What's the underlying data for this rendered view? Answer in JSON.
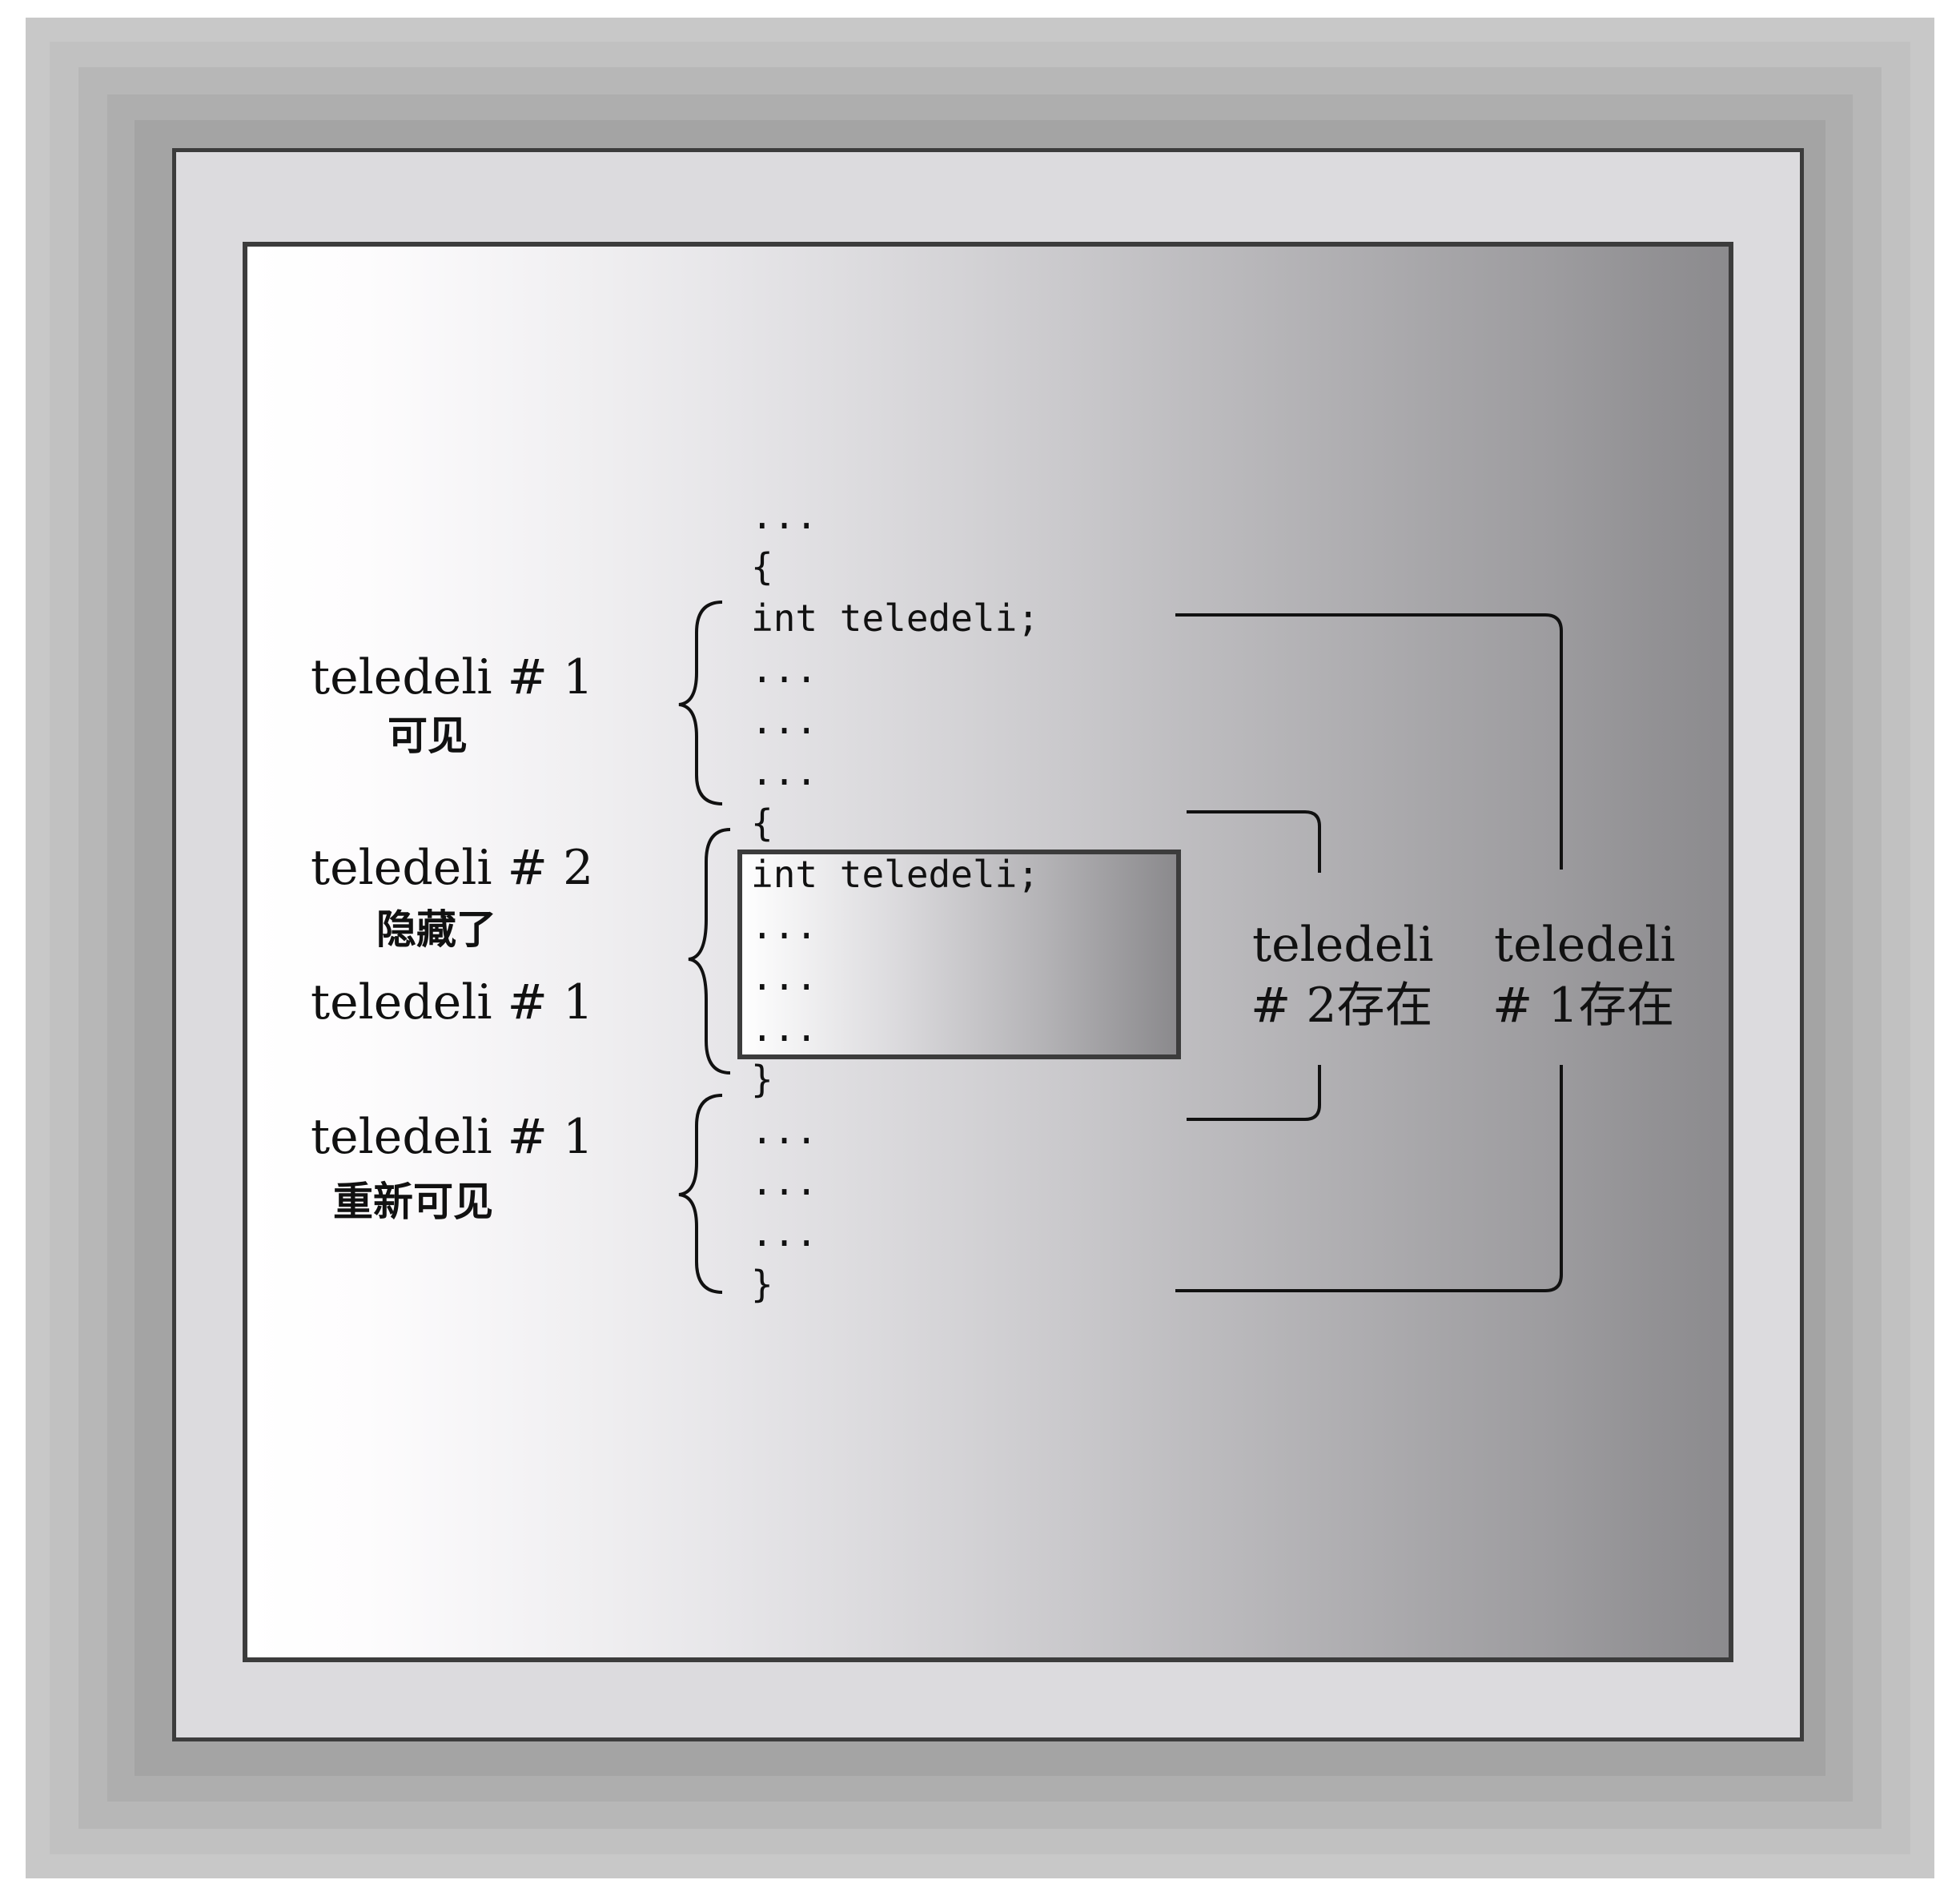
{
  "code_lines": {
    "l1": "...",
    "l2": "{",
    "l3": "int teledeli;",
    "l4": "...",
    "l5": "...",
    "l6": "...",
    "l7": "{",
    "l8": "int teledeli;",
    "l9": "...",
    "l10": "...",
    "l11": "...",
    "l12": "}",
    "l13": "...",
    "l14": "...",
    "l15": "...",
    "l16": "}"
  },
  "left_labels": {
    "visible_1": "teledeli # 1",
    "visible_1_cn": "可见",
    "hidden_2": "teledeli # 2",
    "hidden_2_cn": "隐藏了",
    "hidden_1": "teledeli # 1",
    "revisible_1": "teledeli # 1",
    "revisible_1_cn": "重新可见"
  },
  "right_labels": {
    "exists_2_line1": "teledeli",
    "exists_2_line2": "# 2存在",
    "exists_1_line1": "teledeli",
    "exists_1_line2": "# 1存在"
  }
}
